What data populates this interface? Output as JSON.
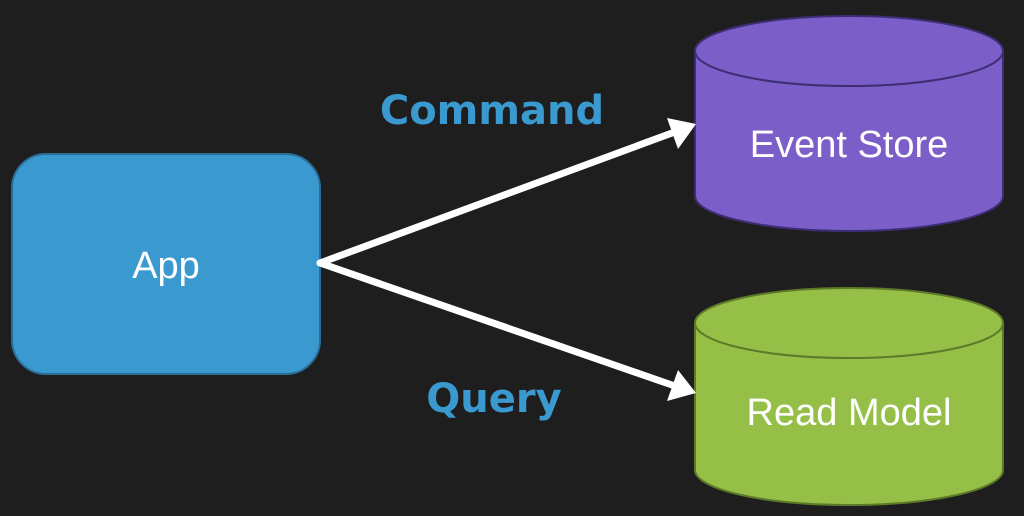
{
  "colors": {
    "background": "#1e1e1e",
    "app_fill": "#3a9ad0",
    "app_stroke": "#2a6e98",
    "event_store_fill": "#7b5ec8",
    "event_store_stroke": "#3d2e73",
    "read_model_fill": "#95bf46",
    "read_model_stroke": "#5c7a28",
    "arrow": "#ffffff",
    "edge_label": "#3a9ad0"
  },
  "nodes": {
    "app": {
      "label": "App"
    },
    "event_store": {
      "label": "Event Store"
    },
    "read_model": {
      "label": "Read Model"
    }
  },
  "edges": {
    "command": {
      "label": "Command"
    },
    "query": {
      "label": "Query"
    }
  }
}
